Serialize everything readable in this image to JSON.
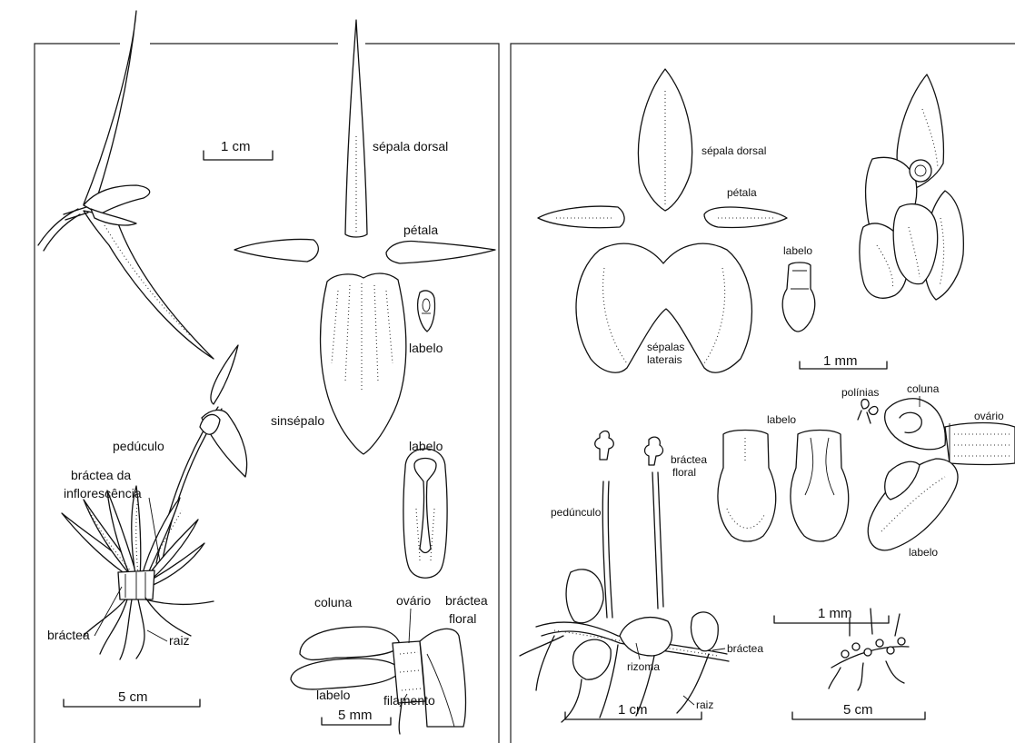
{
  "left_plate": {
    "labels": {
      "sepala_dorsal": "sépala dorsal",
      "petala": "pétala",
      "labelo_1": "labelo",
      "sinsepalo": "sinsépalo",
      "labelo_2": "labelo",
      "peduculo": "pedúculo",
      "bractea_inflorescencia_1": "bráctea da",
      "bractea_inflorescencia_2": "inflorescência",
      "bractea": "bráctea",
      "raiz": "raiz",
      "coluna": "coluna",
      "ovario": "ovário",
      "bractea_floral_1": "bráctea",
      "bractea_floral_2": "floral",
      "labelo_3": "labelo",
      "filamento": "filamento"
    },
    "scale_bars": {
      "top": "1 cm",
      "bottom_left": "5 cm",
      "bottom_right": "5 mm"
    }
  },
  "right_plate": {
    "labels": {
      "sepala_dorsal": "sépala dorsal",
      "petala": "pétala",
      "labelo_1": "labelo",
      "sepalas_laterais_1": "sépalas",
      "sepalas_laterais_2": "laterais",
      "polinias": "polínias",
      "labelo_2": "labelo",
      "coluna": "coluna",
      "ovario": "ovário",
      "labelo_3": "labelo",
      "bractea_floral_1": "bráctea",
      "bractea_floral_2": "floral",
      "pedunculo": "pedúnculo",
      "rizoma": "rizoma",
      "bractea": "bráctea",
      "raiz": "raiz"
    },
    "scale_bars": {
      "top": "1 mm",
      "middle": "1 mm",
      "bottom_left": "1 cm",
      "bottom_right": "5 cm"
    }
  }
}
